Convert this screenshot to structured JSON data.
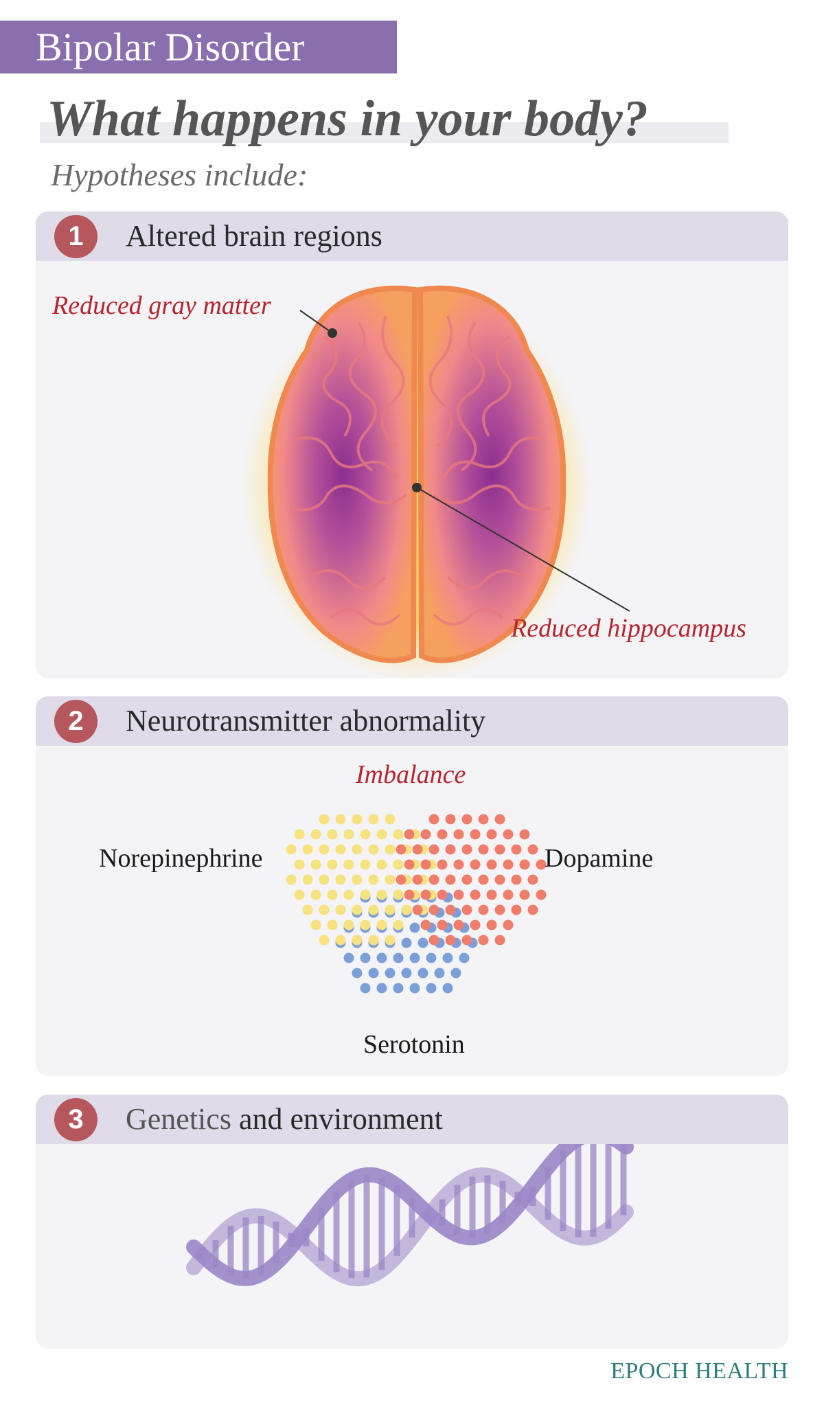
{
  "tag": "Bipolar Disorder",
  "headline": "What happens in your body?",
  "intro": "Hypotheses include:",
  "sections": [
    {
      "number": "1",
      "title": "Altered brain regions",
      "labels": {
        "gray_matter": "Reduced gray matter",
        "hippocampus": "Reduced hippocampus"
      }
    },
    {
      "number": "2",
      "title": "Neurotransmitter abnormality",
      "labels": {
        "imbalance": "Imbalance",
        "norepinephrine": "Norepinephrine",
        "dopamine": "Dopamine",
        "serotonin": "Serotonin"
      }
    },
    {
      "number": "3",
      "title_part1": "Genetics",
      "title_part2": " and environment"
    }
  ],
  "footer": "EPOCH HEALTH",
  "colors": {
    "tag": "#8a6fae",
    "number_badge": "#b5575c",
    "label_red": "#b5262f",
    "norepinephrine_dots": "#f6e27e",
    "dopamine_dots": "#ee7d6c",
    "serotonin_dots": "#7d9fd8",
    "dna": "#9a86c7",
    "footer": "#2d7d7b"
  },
  "icons": [
    "brain-illustration",
    "neurotransmitter-dots",
    "dna-helix"
  ]
}
